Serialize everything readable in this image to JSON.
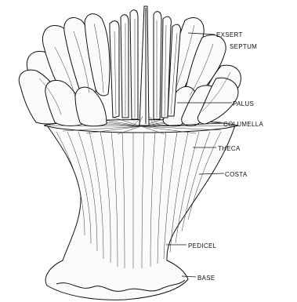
{
  "diagram": {
    "labels": {
      "exsert_septum_line1": "EXSERT",
      "exsert_septum_line2": "SEPTUM",
      "palus": "PALUS",
      "columella": "COLUMELLA",
      "theca": "THECA",
      "costa": "COSTA",
      "pedicel": "PEDICEL",
      "base": "BASE"
    }
  }
}
